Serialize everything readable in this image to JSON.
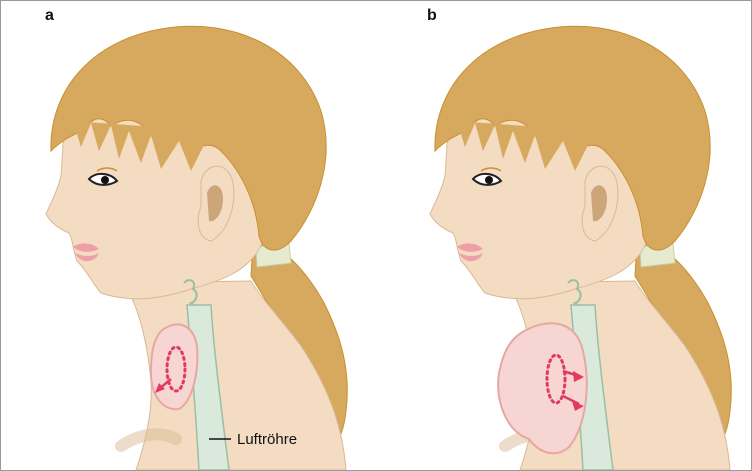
{
  "panels": [
    {
      "letter": "a"
    },
    {
      "letter": "b"
    }
  ],
  "labels": {
    "trachea": "Luftröhre"
  },
  "colors": {
    "hair": "#d7a95e",
    "hair_dark": "#c8902e",
    "skin": "#f3dcc1",
    "skin_outline": "#d9b996",
    "trachea": "#d9eadc",
    "trachea_outline": "#9bbfa4",
    "thyroid": "#f7d5d2",
    "thyroid_outline": "#e7a7a3",
    "arrow": "#e23a5e",
    "lip": "#ef9fa7"
  }
}
